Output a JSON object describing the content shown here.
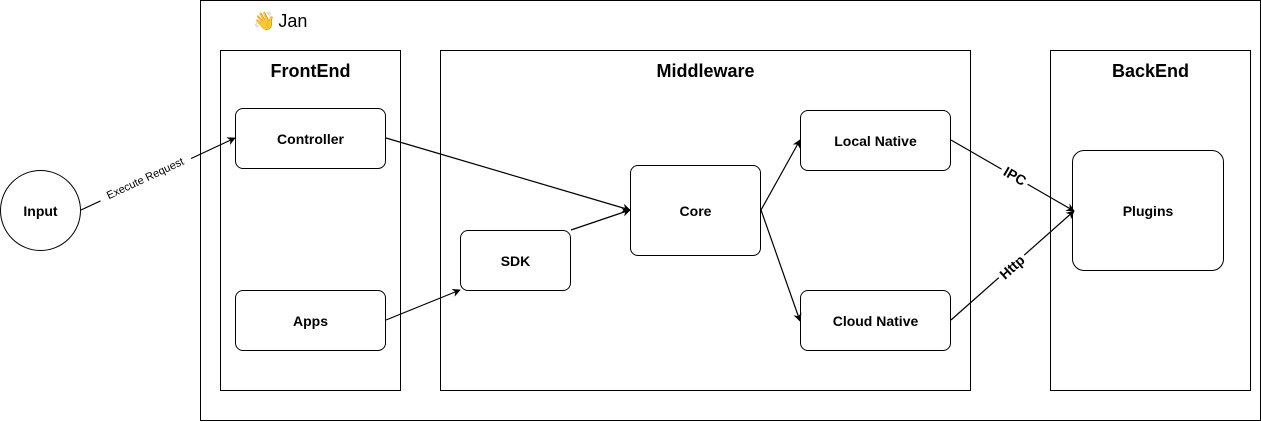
{
  "diagram": {
    "app": {
      "title": "Jan",
      "icon": "waving-hand-icon"
    },
    "input": {
      "label": "Input"
    },
    "sections": {
      "frontend": {
        "title": "FrontEnd",
        "nodes": {
          "controller": "Controller",
          "apps": "Apps"
        }
      },
      "middleware": {
        "title": "Middleware",
        "nodes": {
          "core": "Core",
          "sdk": "SDK",
          "local_native": "Local Native",
          "cloud_native": "Cloud Native"
        }
      },
      "backend": {
        "title": "BackEnd",
        "nodes": {
          "plugins": "Plugins"
        }
      }
    },
    "edges": [
      {
        "from": "Input",
        "to": "Controller",
        "label": "Execute Request"
      },
      {
        "from": "Controller",
        "to": "Core",
        "label": ""
      },
      {
        "from": "Apps",
        "to": "SDK",
        "label": ""
      },
      {
        "from": "SDK",
        "to": "Core",
        "label": ""
      },
      {
        "from": "Core",
        "to": "Local Native",
        "label": ""
      },
      {
        "from": "Core",
        "to": "Cloud Native",
        "label": ""
      },
      {
        "from": "Local Native",
        "to": "Plugins",
        "label": "IPC"
      },
      {
        "from": "Cloud Native",
        "to": "Plugins",
        "label": "Http"
      }
    ]
  }
}
